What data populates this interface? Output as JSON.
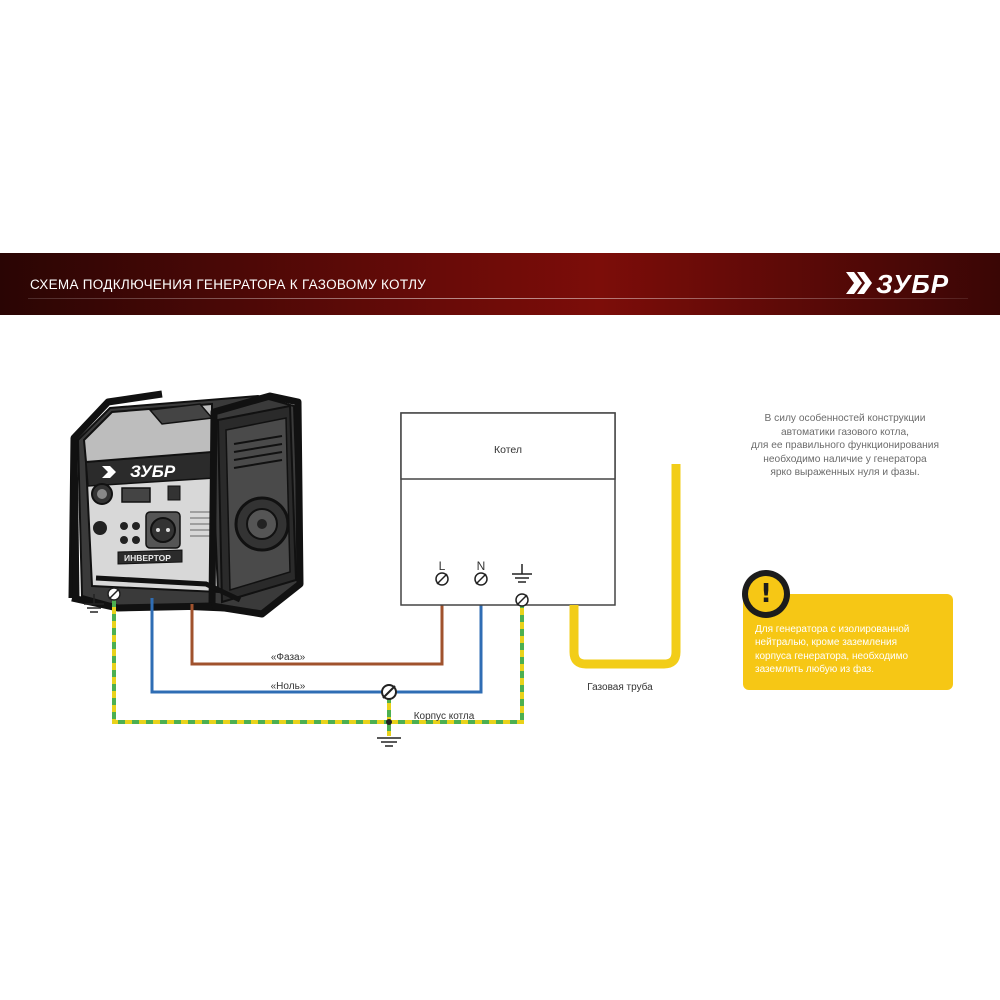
{
  "header": {
    "title": "СХЕМА ПОДКЛЮЧЕНИЯ ГЕНЕРАТОРА К ГАЗОВОМУ КОТЛУ",
    "logo_text": "ЗУБР"
  },
  "generator": {
    "brand": "ЗУБР",
    "model_plate": "ИНВЕРТОР"
  },
  "boiler": {
    "label": "Котел",
    "terminal_l": "L",
    "terminal_n": "N"
  },
  "wires": {
    "phase_label": "«Фаза»",
    "neutral_label": "«Ноль»",
    "ground_label": "Корпус котла",
    "gas_pipe_label": "Газовая труба"
  },
  "info": {
    "lines": [
      "В силу особенностей конструкции",
      "автоматики газового котла,",
      "для ее правильного функционирования",
      "необходимо наличие у генератора",
      "ярко выраженных нуля и фазы."
    ]
  },
  "warning": {
    "lines": [
      "Для генератора с изолированной",
      "нейтралью, кроме заземления",
      "корпуса генератора, необходимо",
      "заземлить любую из фаз."
    ]
  },
  "colors": {
    "phase": "#a0522d",
    "neutral": "#2f6db4",
    "ground_yellow": "#e9d21a",
    "ground_green": "#4caf50",
    "gas_pipe": "#f2cd18",
    "banner": "#6a0b08",
    "warning": "#f6c715"
  }
}
